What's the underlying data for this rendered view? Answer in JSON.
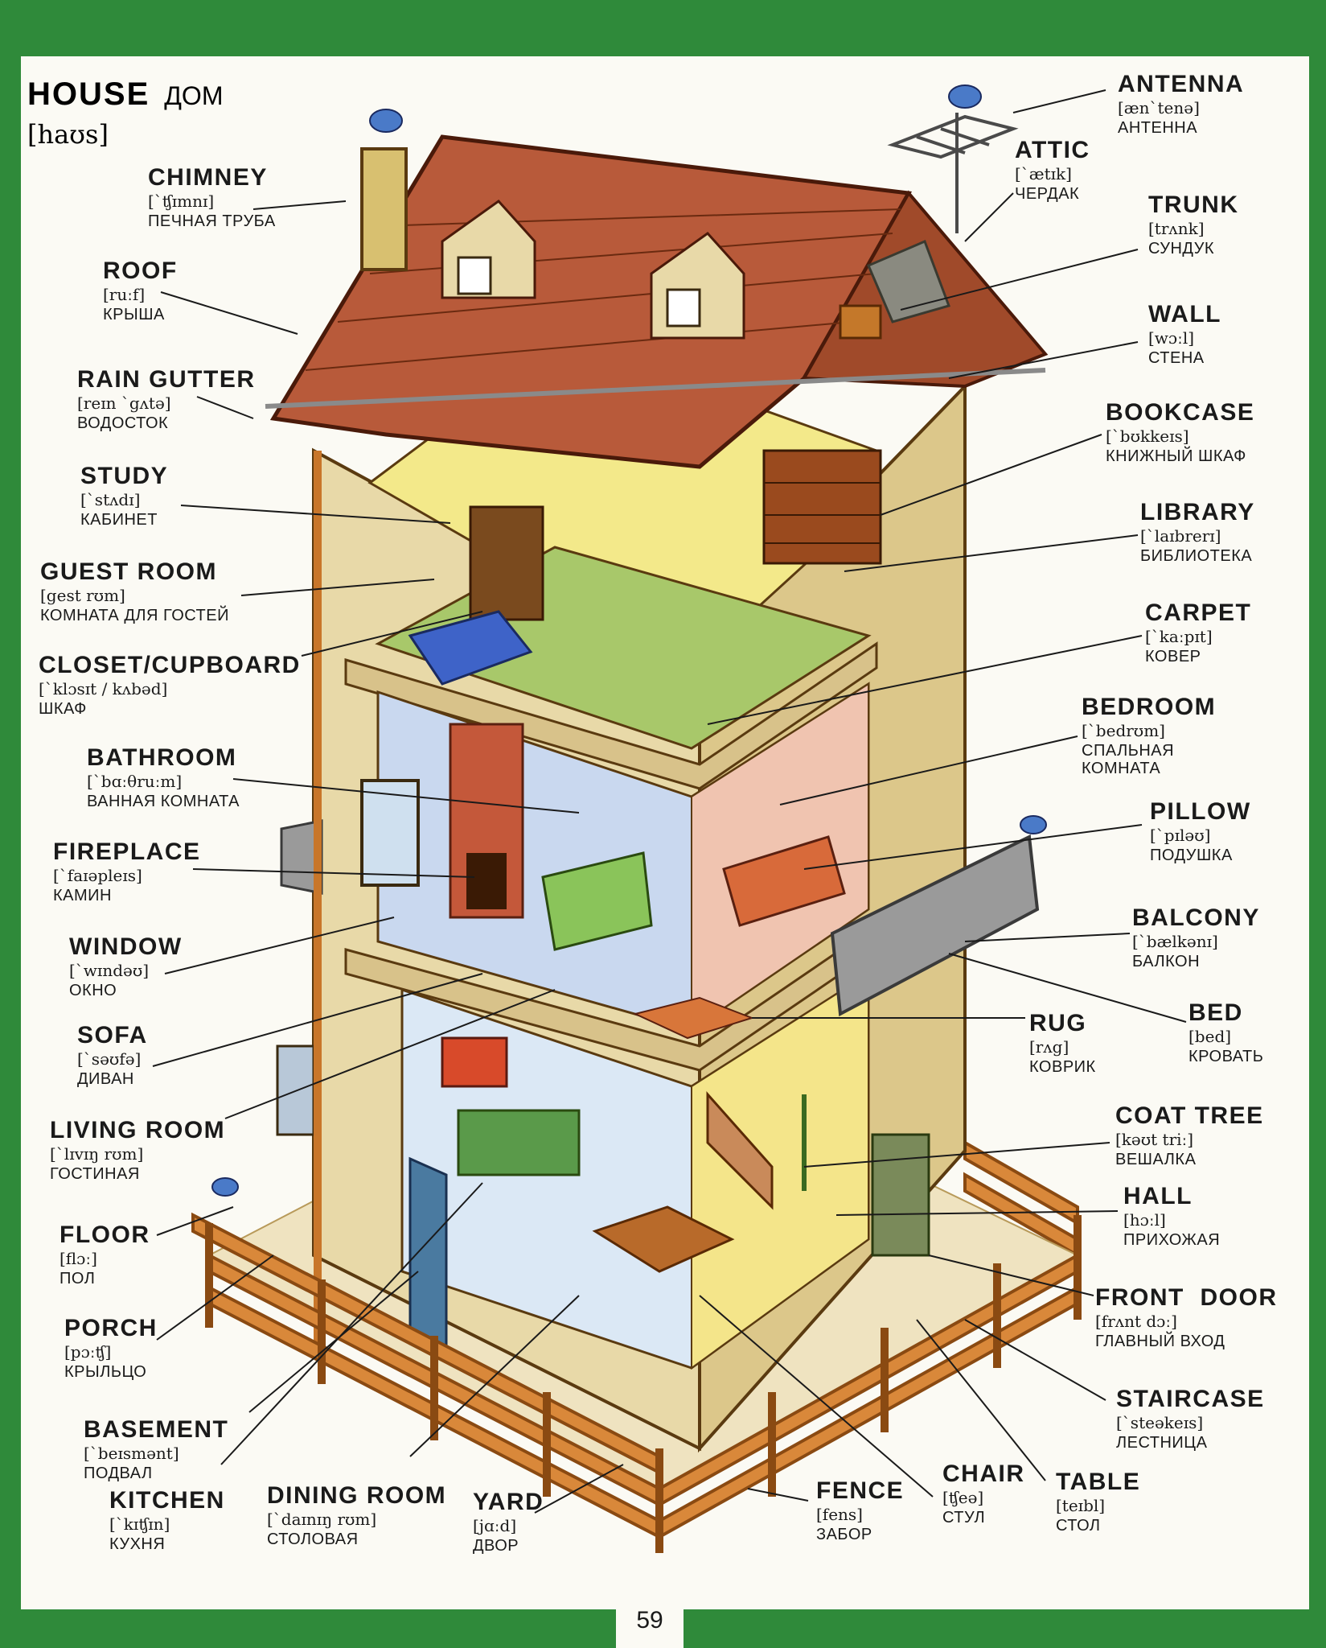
{
  "title": {
    "en": "HOUSE",
    "ru": "ДОМ",
    "transcription": "[haʊs]"
  },
  "page_number": "59",
  "labels": [
    {
      "id": "antenna",
      "en": "ANTENNA",
      "transcription": "[æn`tenə]",
      "ru": "АНТЕННА"
    },
    {
      "id": "attic",
      "en": "ATTIC",
      "transcription": "[`ætɪk]",
      "ru": "ЧЕРДАК"
    },
    {
      "id": "trunk",
      "en": "TRUNK",
      "transcription": "[trʌnk]",
      "ru": "СУНДУК"
    },
    {
      "id": "wall",
      "en": "WALL",
      "transcription": "[wɔːl]",
      "ru": "СТЕНА"
    },
    {
      "id": "bookcase",
      "en": "BOOKCASE",
      "transcription": "[`bʊkkeɪs]",
      "ru": "КНИЖНЫЙ ШКАФ"
    },
    {
      "id": "library",
      "en": "LIBRARY",
      "transcription": "[`laɪbrerɪ]",
      "ru": "БИБЛИОТЕКА"
    },
    {
      "id": "carpet",
      "en": "CARPET",
      "transcription": "[`kaːpɪt]",
      "ru": "КОВЕР"
    },
    {
      "id": "bedroom",
      "en": "BEDROOM",
      "transcription": "[`bedrʊm]",
      "ru": "СПАЛЬНАЯ КОМНАТА"
    },
    {
      "id": "pillow",
      "en": "PILLOW",
      "transcription": "[`pɪləʊ]",
      "ru": "ПОДУШКА"
    },
    {
      "id": "balcony",
      "en": "BALCONY",
      "transcription": "[`bælkənɪ]",
      "ru": "БАЛКОН"
    },
    {
      "id": "bed",
      "en": "BED",
      "transcription": "[bed]",
      "ru": "КРОВАТЬ"
    },
    {
      "id": "rug",
      "en": "RUG",
      "transcription": "[rʌg]",
      "ru": "КОВРИК"
    },
    {
      "id": "coat_tree",
      "en": "COAT TREE",
      "transcription": "[kəʊt triː]",
      "ru": "ВЕШАЛКА"
    },
    {
      "id": "hall",
      "en": "HALL",
      "transcription": "[hɔːl]",
      "ru": "ПРИХОЖАЯ"
    },
    {
      "id": "front_door",
      "en": "FRONT  DOOR",
      "transcription": "[frʌnt dɔː]",
      "ru": "ГЛАВНЫЙ ВХОД"
    },
    {
      "id": "staircase",
      "en": "STAIRCASE",
      "transcription": "[`steəkeɪs]",
      "ru": "ЛЕСТНИЦА"
    },
    {
      "id": "chimney",
      "en": "CHIMNEY",
      "transcription": "[`ʧɪmnɪ]",
      "ru": "ПЕЧНАЯ ТРУБА"
    },
    {
      "id": "roof",
      "en": "ROOF",
      "transcription": "[ruːf]",
      "ru": "КРЫША"
    },
    {
      "id": "rain_gutter",
      "en": "RAIN GUTTER",
      "transcription": "[reɪn `gʌtə]",
      "ru": "ВОДОСТОК"
    },
    {
      "id": "study",
      "en": "STUDY",
      "transcription": "[`stʌdɪ]",
      "ru": "КАБИНЕТ"
    },
    {
      "id": "guest_room",
      "en": "GUEST ROOM",
      "transcription": "[gest rʊm]",
      "ru": "КОМНАТА ДЛЯ ГОСТЕЙ"
    },
    {
      "id": "closet",
      "en": "CLOSET/CUPBOARD",
      "transcription": "[`klɔsɪt / kʌbəd]",
      "ru": "ШКАФ"
    },
    {
      "id": "bathroom",
      "en": "BATHROOM",
      "transcription": "[`bɑːθruːm]",
      "ru": "ВАННАЯ КОМНАТА"
    },
    {
      "id": "fireplace",
      "en": "FIREPLACE",
      "transcription": "[`faɪəpleɪs]",
      "ru": "КАМИН"
    },
    {
      "id": "window",
      "en": "WINDOW",
      "transcription": "[`wɪndəʊ]",
      "ru": "ОКНО"
    },
    {
      "id": "sofa",
      "en": "SOFA",
      "transcription": "[`səʊfə]",
      "ru": "ДИВАН"
    },
    {
      "id": "living_room",
      "en": "LIVING ROOM",
      "transcription": "[`lɪvɪŋ rʊm]",
      "ru": "ГОСТИНАЯ"
    },
    {
      "id": "floor",
      "en": "FLOOR",
      "transcription": "[flɔː]",
      "ru": "ПОЛ"
    },
    {
      "id": "porch",
      "en": "PORCH",
      "transcription": "[pɔːʧ]",
      "ru": "КРЫЛЬЦО"
    },
    {
      "id": "basement",
      "en": "BASEMENT",
      "transcription": "[`beɪsmənt]",
      "ru": "ПОДВАЛ"
    },
    {
      "id": "kitchen",
      "en": "KITCHEN",
      "transcription": "[`kɪʧɪn]",
      "ru": "КУХНЯ"
    },
    {
      "id": "dining_room",
      "en": "DINING ROOM",
      "transcription": "[`daɪnɪŋ rʊm]",
      "ru": "СТОЛОВАЯ"
    },
    {
      "id": "yard",
      "en": "YARD",
      "transcription": "[jɑːd]",
      "ru": "ДВОР"
    },
    {
      "id": "fence",
      "en": "FENCE",
      "transcription": "[fens]",
      "ru": "ЗАБОР"
    },
    {
      "id": "chair",
      "en": "CHAIR",
      "transcription": "[ʧeə]",
      "ru": "СТУЛ"
    },
    {
      "id": "table",
      "en": "TABLE",
      "transcription": "[teɪbl]",
      "ru": "СТОЛ"
    }
  ]
}
